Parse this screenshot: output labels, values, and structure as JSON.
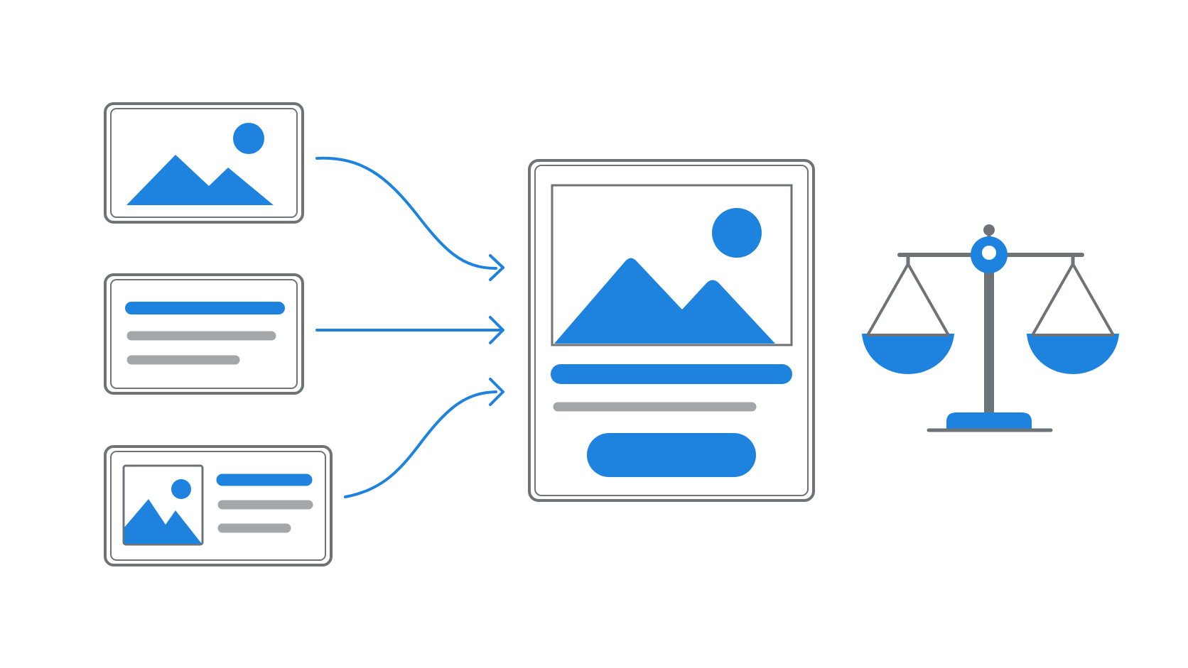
{
  "colors": {
    "background": "#ffffff",
    "outline": "#6e7377",
    "accent": "#1e83de",
    "muted_bar": "#a4a7aa"
  },
  "inputs": [
    {
      "kind": "image-card",
      "icon": "image-icon"
    },
    {
      "kind": "text-card",
      "icon": "text-lines-icon"
    },
    {
      "kind": "image-text-card",
      "icon": "media-card-icon"
    }
  ],
  "output": {
    "kind": "composite-card",
    "icon": "image-icon"
  },
  "evaluation": {
    "icon": "balance-scale-icon"
  }
}
